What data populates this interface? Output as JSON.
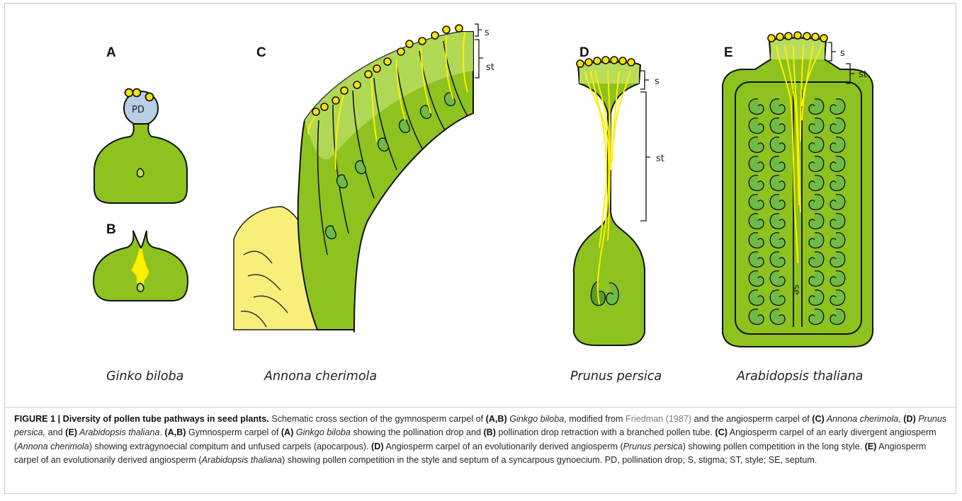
{
  "panels": {
    "A": {
      "label": "A",
      "pd": "PD"
    },
    "B": {
      "label": "B"
    },
    "C": {
      "label": "C",
      "s": "s",
      "st": "st"
    },
    "D": {
      "label": "D",
      "s": "s",
      "st": "st"
    },
    "E": {
      "label": "E",
      "s": "s",
      "st": "st",
      "se": "se"
    }
  },
  "species": [
    "Ginko biloba",
    "Annona cherimola",
    "Prunus persica",
    "Arabidopsis thaliana"
  ],
  "colors": {
    "tissue": "#8dc21f",
    "dark": "#6fa817",
    "light": "#b7dc5e",
    "ovule": "#6fbb45",
    "pollen": "#fdf000",
    "pd": "#b8cde6"
  },
  "caption": {
    "title": "FIGURE 1 | Diversity of pollen tube pathways in seed plants.",
    "s1": " Schematic cross section of the gymnosperm carpel of ",
    "b1": "(A,B)",
    "i1": " Ginkgo biloba",
    "s2": ", modified from ",
    "ref": "Friedman (1987)",
    "s3": " and the angiosperm carpel of ",
    "b2": "(C)",
    "i2": " Annona cherimola",
    "s4": ", ",
    "b3": "(D)",
    "i3": " Prunus persica,",
    "s5": " and ",
    "b4": "(E)",
    "i4": " Arabidopsis thaliana",
    "s6": ". ",
    "b5": "(A,B)",
    "s7": " Gymnosperm carpel of ",
    "b6": "(A)",
    "i5": " Ginkgo biloba",
    "s8": " showing the pollination drop and ",
    "b7": "(B)",
    "s9": " pollination drop retraction with a branched pollen tube. ",
    "b8": "(C)",
    "s10": " Angiosperm carpel of an early divergent angiosperm (",
    "i6": "Annona cherimola",
    "s11": ") showing extragynoecial compitum and unfused carpels (apocarpous). ",
    "b9": "(D)",
    "s12": " Angiosperm carpel of an evolutionarily derived angiosperm (",
    "i7": "Prunus persica",
    "s13": ") showing pollen competition in the long style. ",
    "b10": "(E)",
    "s14": " Angiosperm carpel of an evolutionarily derived angiosperm (",
    "i8": "Arabidopsis thaliana",
    "s15": ") showing pollen competition in the style and septum of a syncarpous gynoecium. PD, pollination drop; S, stigma; ST, style; SE, septum."
  }
}
